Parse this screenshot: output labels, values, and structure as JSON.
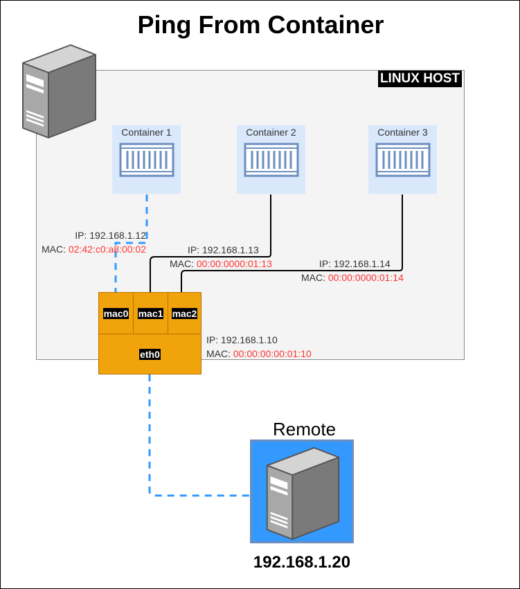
{
  "title": "Ping From Container",
  "host": {
    "label": "LINUX HOST"
  },
  "containers": [
    {
      "label": "Container 1",
      "ip_line": "IP: 192.168.1.12",
      "mac_prefix": "MAC: ",
      "mac": "02:42:c0:a8:00:02"
    },
    {
      "label": "Container 2",
      "ip_line": "IP: 192.168.1.13",
      "mac_prefix": "MAC: ",
      "mac": "00:00:0000:01:13"
    },
    {
      "label": "Container 3",
      "ip_line": "IP: 192.168.1.14",
      "mac_prefix": "MAC: ",
      "mac": "00:00:0000:01:14"
    }
  ],
  "switch": {
    "ports": [
      "mac0",
      "mac1",
      "mac2"
    ],
    "interface": "eth0",
    "ip_line": "IP: 192.168.1.10",
    "mac_prefix": "MAC: ",
    "mac": "00:00:00:00:01:10"
  },
  "remote": {
    "label": "Remote",
    "ip": "192.168.1.20"
  },
  "colors": {
    "host_fill": "#f4f4f4",
    "container_fill": "#dae8fc",
    "switch_fill": "#f0a30a",
    "remote_fill": "#3399ff",
    "dashed_link": "#3399ff",
    "mac_value": "#ff3333"
  },
  "icons": {
    "host_server": "server-tower-icon",
    "container": "container-icon",
    "remote_server": "server-tower-icon"
  }
}
